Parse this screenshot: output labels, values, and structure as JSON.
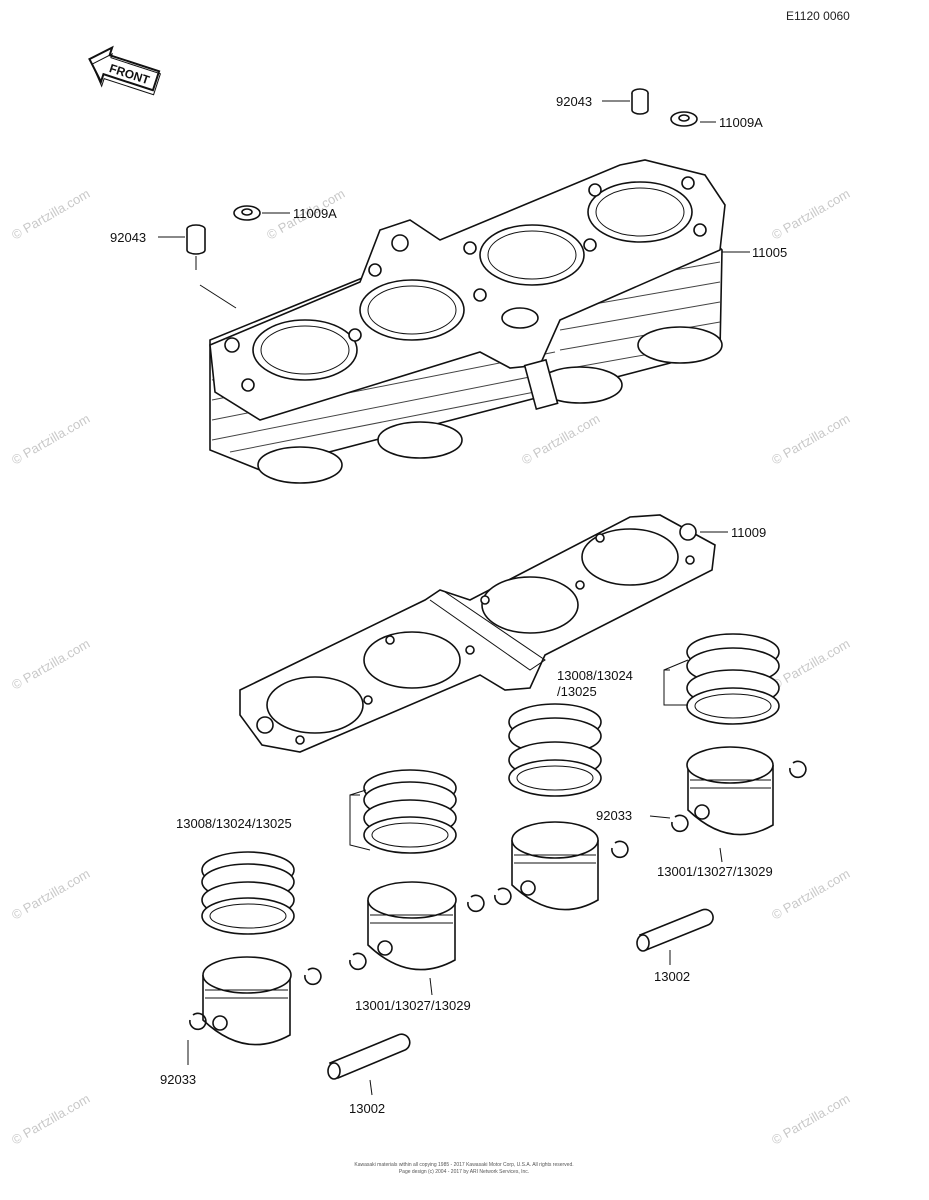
{
  "ref_code": "E1120 0060",
  "front_label": "FRONT",
  "callouts": [
    {
      "id": "c1",
      "text": "92043"
    },
    {
      "id": "c2",
      "text": "11009A"
    },
    {
      "id": "c3",
      "text": "11009A"
    },
    {
      "id": "c4",
      "text": "92043"
    },
    {
      "id": "c5",
      "text": "11005"
    },
    {
      "id": "c6",
      "text": "11009"
    },
    {
      "id": "c7a",
      "text": "13008/13024"
    },
    {
      "id": "c7b",
      "text": "/13025"
    },
    {
      "id": "c8",
      "text": "13008/13024/13025"
    },
    {
      "id": "c9",
      "text": "92033"
    },
    {
      "id": "c10",
      "text": "13001/13027/13029"
    },
    {
      "id": "c11",
      "text": "13001/13027/13029"
    },
    {
      "id": "c12",
      "text": "13002"
    },
    {
      "id": "c13",
      "text": "92033"
    },
    {
      "id": "c14",
      "text": "13002"
    }
  ],
  "watermark": "© Partzilla.com",
  "footer": {
    "line1": "Kawasaki materials within all copying 1985 - 2017 Kawasaki Motor Corp, U.S.A. All rights reserved.",
    "line2": "Page design (c) 2004 - 2017 by ARI Network Services, Inc."
  }
}
